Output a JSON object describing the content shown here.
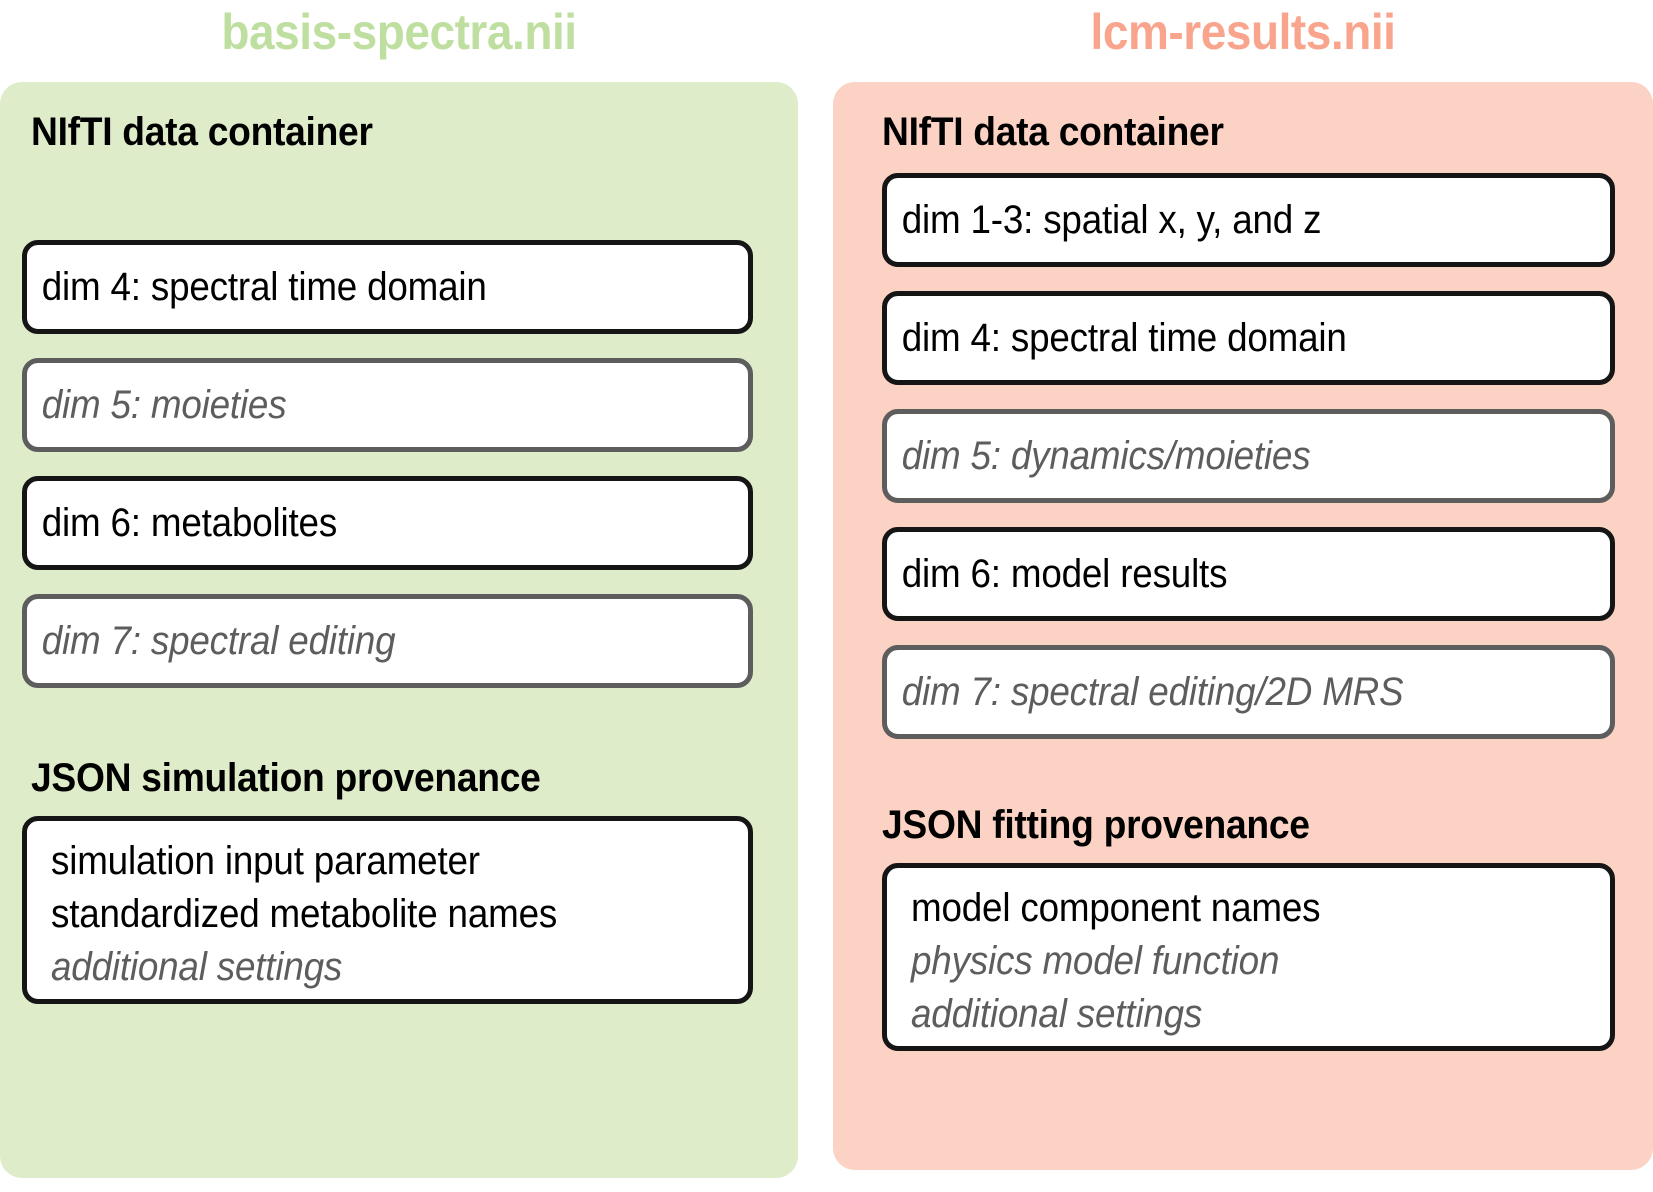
{
  "colors": {
    "left_title": "#bfdfa0",
    "right_title": "#f9a58d",
    "left_panel_bg": "#dfecc9",
    "right_panel_bg": "#fbd2c3",
    "box_border_solid": "#151515",
    "box_border_muted": "#5d5d5d",
    "text_primary": "#000000",
    "text_muted": "#5d5d5d"
  },
  "left": {
    "title": "basis-spectra.nii",
    "container_heading": "NIfTI data container",
    "dims": [
      {
        "label": "dim 4: spectral time domain",
        "style": "solid"
      },
      {
        "label": "dim 5: moieties",
        "style": "muted"
      },
      {
        "label": "dim 6: metabolites",
        "style": "solid"
      },
      {
        "label": "dim 7: spectral editing",
        "style": "muted"
      }
    ],
    "provenance_heading": "JSON simulation provenance",
    "provenance_lines": [
      {
        "text": "simulation input parameter",
        "style": "solid"
      },
      {
        "text": "standardized metabolite names",
        "style": "solid"
      },
      {
        "text": "additional settings",
        "style": "muted"
      }
    ]
  },
  "right": {
    "title": "lcm-results.nii",
    "container_heading": "NIfTI data container",
    "dims": [
      {
        "label": "dim 1-3: spatial x, y, and z",
        "style": "solid"
      },
      {
        "label": "dim 4: spectral time domain",
        "style": "solid"
      },
      {
        "label": "dim 5: dynamics/moieties",
        "style": "muted"
      },
      {
        "label": "dim 6: model results",
        "style": "solid"
      },
      {
        "label": "dim 7: spectral editing/2D MRS",
        "style": "muted"
      }
    ],
    "provenance_heading": "JSON fitting provenance",
    "provenance_lines": [
      {
        "text": "model component names",
        "style": "solid"
      },
      {
        "text": "physics model function",
        "style": "muted"
      },
      {
        "text": "additional settings",
        "style": "muted"
      }
    ]
  }
}
